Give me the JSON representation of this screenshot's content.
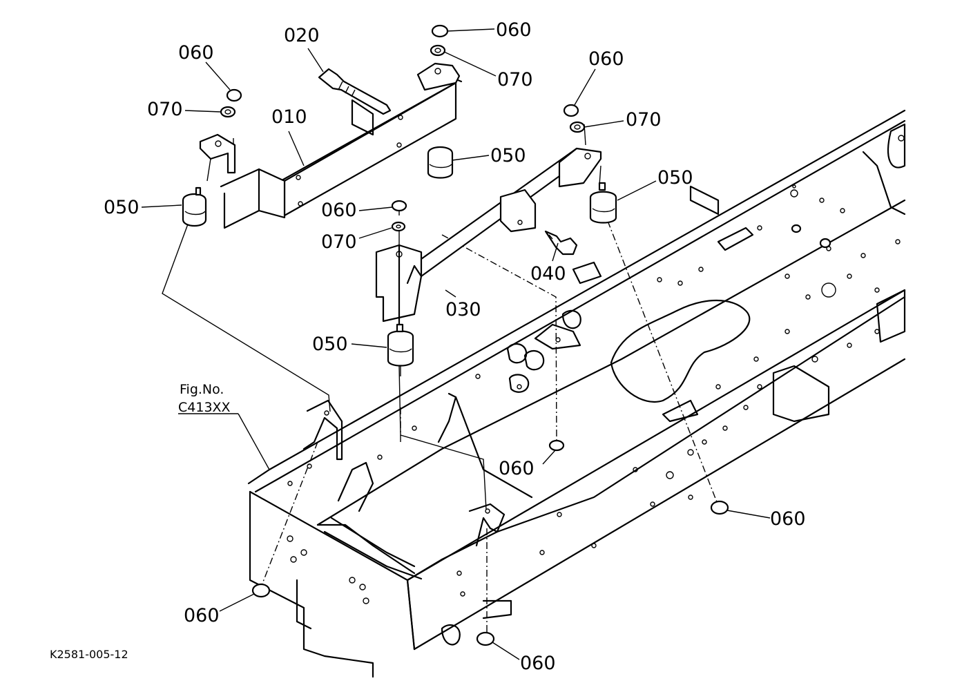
{
  "labels": {
    "p010": "010",
    "p020": "020",
    "p030": "030",
    "p040": "040",
    "p050": "050",
    "p060": "060",
    "p070": "070"
  },
  "figure_ref": {
    "line1": "Fig.No.",
    "line2": "C413XX"
  },
  "drawing_code": "K2581-005-12"
}
